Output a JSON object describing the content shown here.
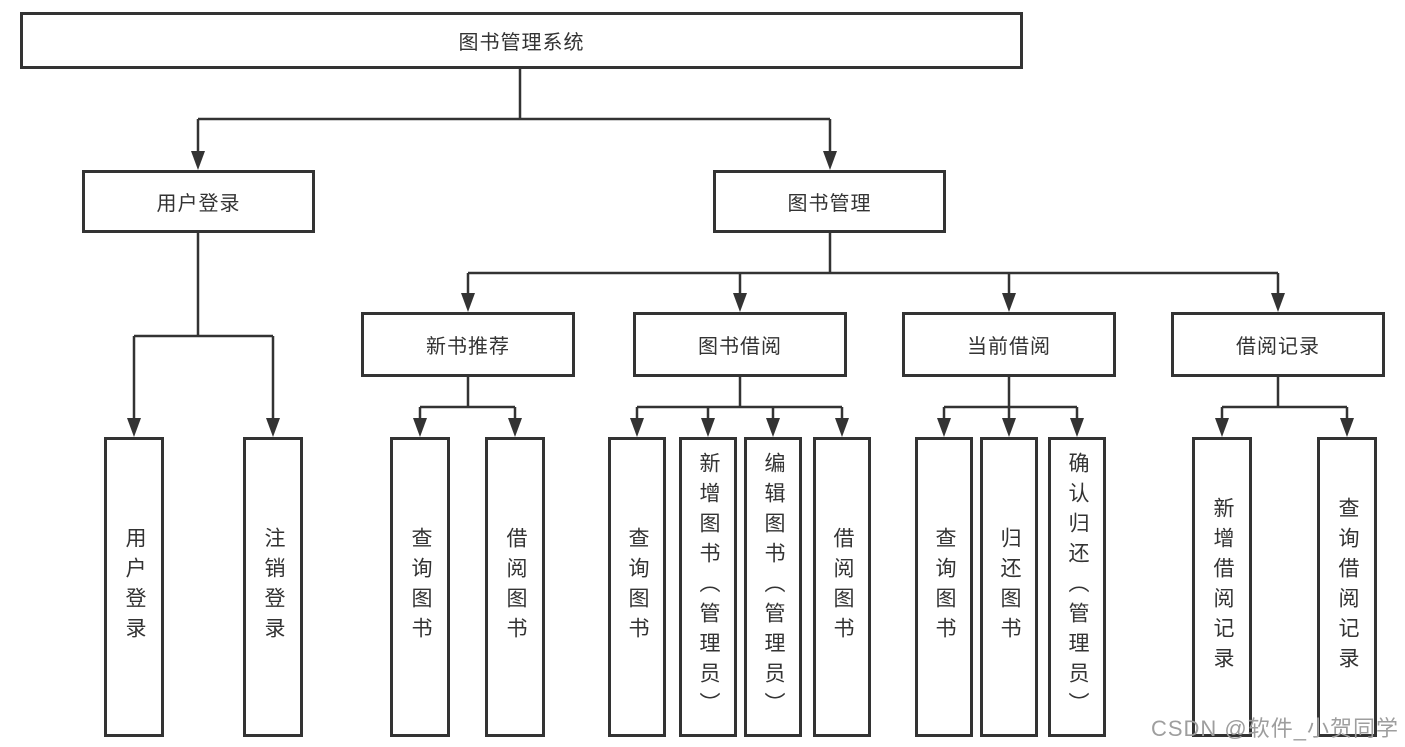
{
  "tree": {
    "root": {
      "label": "图书管理系统"
    },
    "user_login": {
      "label": "用户登录",
      "children": [
        {
          "label": "用户登录"
        },
        {
          "label": "注销登录"
        }
      ]
    },
    "book_management": {
      "label": "图书管理",
      "sections": [
        {
          "label": "新书推荐",
          "children": [
            {
              "label": "查询图书"
            },
            {
              "label": "借阅图书"
            }
          ]
        },
        {
          "label": "图书借阅",
          "children": [
            {
              "label": "查询图书"
            },
            {
              "label": "新增图书（管理员）"
            },
            {
              "label": "编辑图书（管理员）"
            },
            {
              "label": "借阅图书"
            }
          ]
        },
        {
          "label": "当前借阅",
          "children": [
            {
              "label": "查询图书"
            },
            {
              "label": "归还图书"
            },
            {
              "label": "确认归还（管理员）"
            }
          ]
        },
        {
          "label": "借阅记录",
          "children": [
            {
              "label": "新增借阅记录"
            },
            {
              "label": "查询借阅记录"
            }
          ]
        }
      ]
    }
  },
  "watermark": {
    "text": "CSDN @软件_小贺同学"
  },
  "colors": {
    "line": "#333333",
    "text": "#333333",
    "box_background": "#ffffff",
    "watermark": "#9e9e9e"
  }
}
